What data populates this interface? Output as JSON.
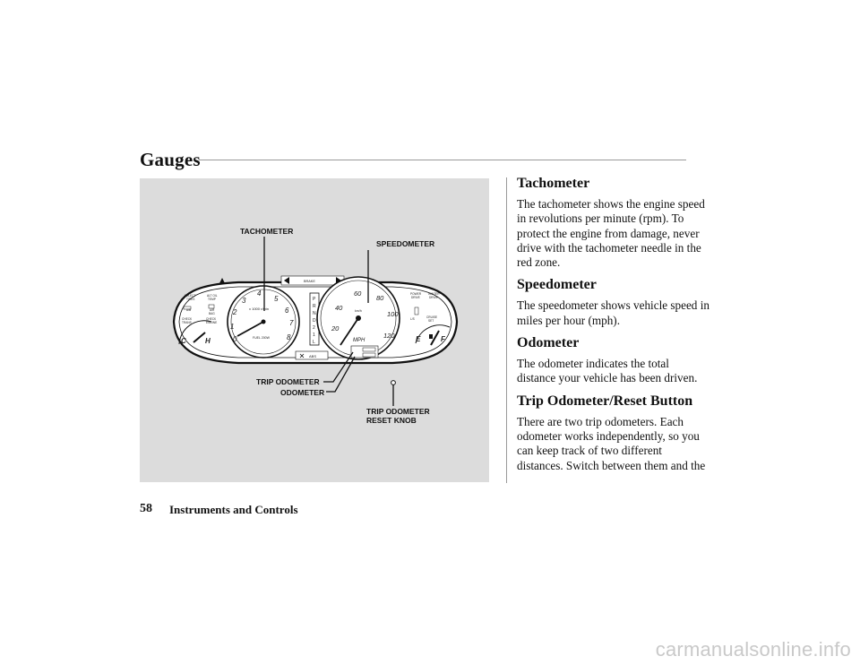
{
  "page": {
    "title": "Gauges",
    "page_number": "58",
    "section_label": "Instruments and Controls",
    "watermark": "carmanualsonline.info"
  },
  "figure": {
    "callouts": {
      "tachometer": "TACHOMETER",
      "speedometer": "SPEEDOMETER",
      "trip_odometer": "TRIP ODOMETER",
      "odometer": "ODOMETER",
      "reset_knob_line1": "TRIP ODOMETER",
      "reset_knob_line2": "RESET KNOB"
    },
    "tachometer": {
      "ticks": [
        "0",
        "1",
        "2",
        "3",
        "4",
        "5",
        "6",
        "7",
        "8"
      ],
      "unit": "x 1000 r/min",
      "fuel_label": "FUEL 200W"
    },
    "speedometer": {
      "mph_ticks": [
        "20",
        "40",
        "60",
        "80",
        "100",
        "120"
      ],
      "unit": "MPH",
      "kmh_unit": "km/h"
    },
    "temp_gauge": {
      "low": "C",
      "high": "H"
    },
    "fuel_gauge": {
      "empty": "E",
      "full": "F"
    },
    "gear_indicator": [
      "P",
      "R",
      "N",
      "D",
      "2",
      "1",
      "L"
    ],
    "indicators": {
      "abs": "ABS",
      "brake": "BRAKE"
    }
  },
  "sections": [
    {
      "heading": "Tachometer",
      "body": "The tachometer shows the engine speed in revolutions per minute (rpm). To protect the engine from damage, never drive with the tachometer needle in the red zone."
    },
    {
      "heading": "Speedometer",
      "body": "The speedometer shows vehicle speed in miles per hour (mph)."
    },
    {
      "heading": "Odometer",
      "body": "The odometer indicates the total distance your vehicle has been driven."
    },
    {
      "heading": "Trip Odometer/Reset Button",
      "body": "There are two trip odometers. Each odometer works independently, so you can keep track of two different distances. Switch between them and the"
    }
  ]
}
